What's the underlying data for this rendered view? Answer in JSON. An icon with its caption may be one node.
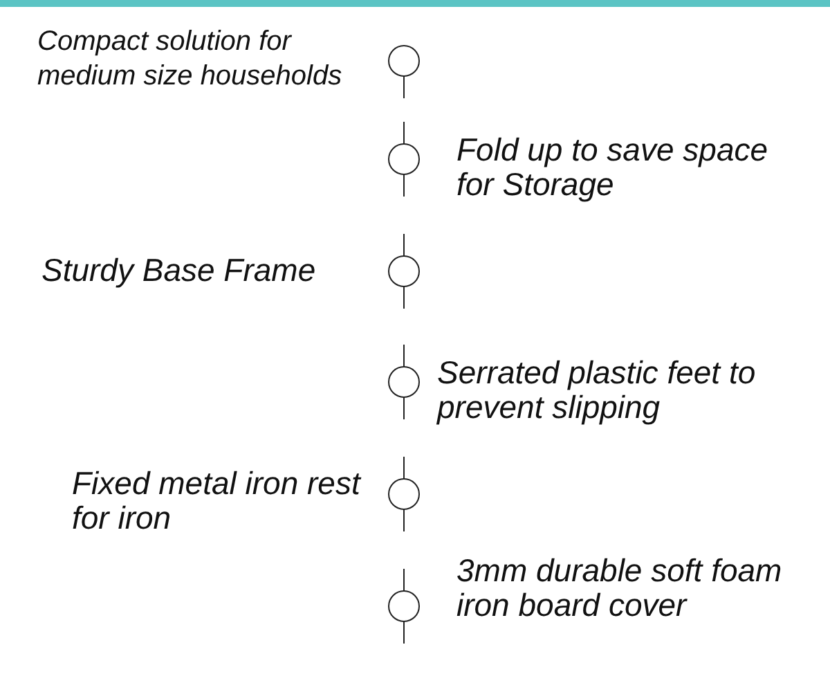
{
  "diagram": {
    "nodes": [
      {
        "text": [],
        "shape": "circle",
        "beside": [
          "Compact solution for medium size households"
        ]
      },
      {
        "text": [],
        "shape": "circle",
        "beside": [
          "Fold up to save space for Storage"
        ]
      },
      {
        "text": [],
        "shape": "circle",
        "beside": [
          "Sturdy Base Frame"
        ]
      },
      {
        "text": [],
        "shape": "circle",
        "beside": [
          "Serrated plastic feet to prevent slipping"
        ]
      },
      {
        "text": [],
        "shape": "circle",
        "beside": [
          "Fixed metal iron rest for iron"
        ]
      },
      {
        "text": [],
        "shape": "circle",
        "beside": [
          "3mm durable soft foam iron board cover"
        ]
      }
    ]
  }
}
